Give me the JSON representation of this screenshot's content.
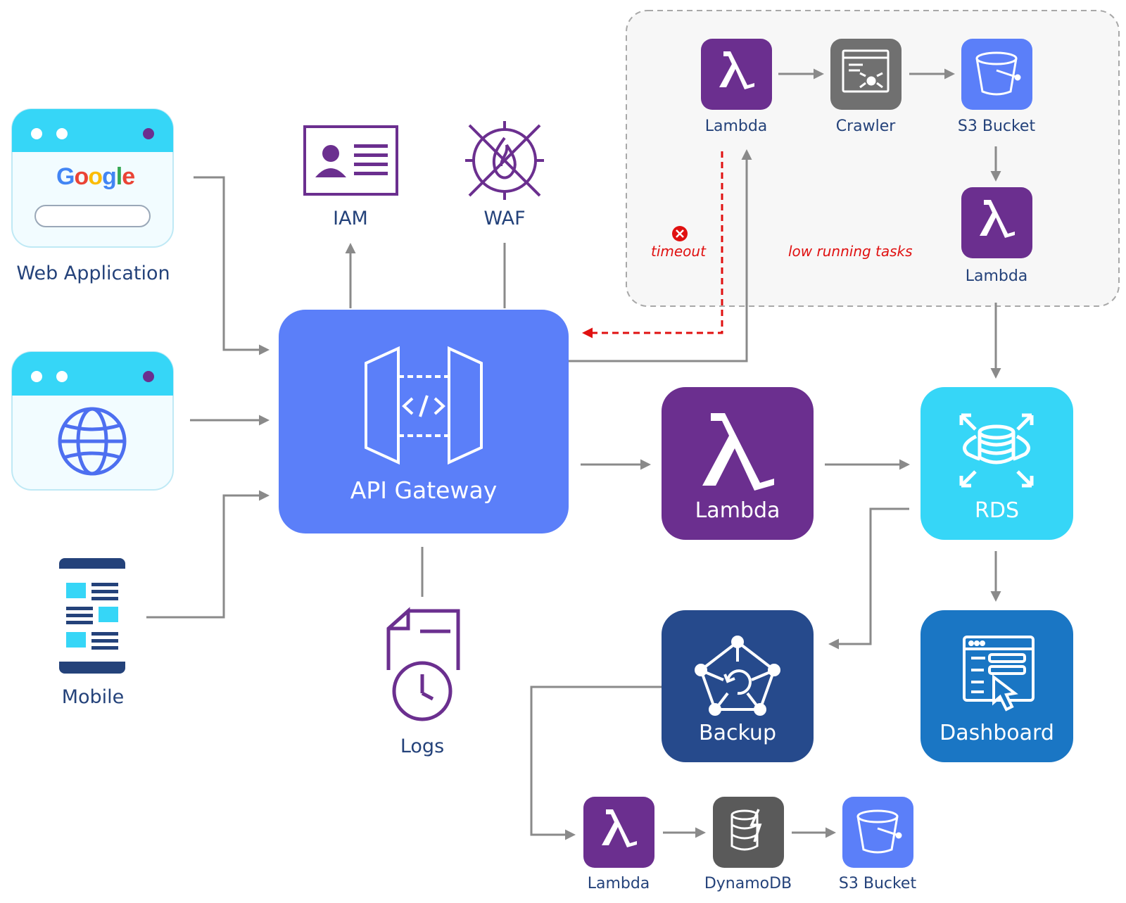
{
  "colors": {
    "arrow": "#8a8a8a",
    "timeout_arrow": "#e01010",
    "lambda": "#6b2f8f",
    "api_gateway": "#5b7ff9",
    "rds": "#36d6f7",
    "backup": "#264a8c",
    "dashboard": "#1a76c4",
    "crawler": "#707070",
    "dynamodb": "#5a5a5a",
    "s3": "#5b7ff9",
    "browser_bar": "#36d6f7",
    "label_text": "#24427a",
    "iam_waf": "#6b2f8f"
  },
  "clients": {
    "web_app": {
      "label": "Web Application",
      "search_brand": [
        "G",
        "o",
        "o",
        "g",
        "l",
        "e"
      ]
    },
    "browser": {
      "icon": "globe-icon"
    },
    "mobile": {
      "label": "Mobile"
    }
  },
  "security": {
    "iam": {
      "label": "IAM",
      "icon": "id-card-icon"
    },
    "waf": {
      "label": "WAF",
      "icon": "firewall-icon"
    }
  },
  "api_gateway": {
    "label": "API Gateway",
    "icon": "api-gateway-icon"
  },
  "logs": {
    "label": "Logs",
    "icon": "logs-clock-icon"
  },
  "main_flow": {
    "lambda": {
      "label": "Lambda"
    },
    "rds": {
      "label": "RDS"
    },
    "backup": {
      "label": "Backup"
    },
    "dashboard": {
      "label": "Dashboard"
    }
  },
  "async_group": {
    "lambda_top": {
      "label": "Lambda"
    },
    "crawler": {
      "label": "Crawler"
    },
    "s3": {
      "label": "S3 Bucket"
    },
    "lambda_right": {
      "label": "Lambda"
    },
    "note_timeout": "timeout",
    "note_tasks": "low running tasks"
  },
  "backup_flow": {
    "lambda": {
      "label": "Lambda"
    },
    "dynamodb": {
      "label": "DynamoDB"
    },
    "s3": {
      "label": "S3 Bucket"
    }
  }
}
